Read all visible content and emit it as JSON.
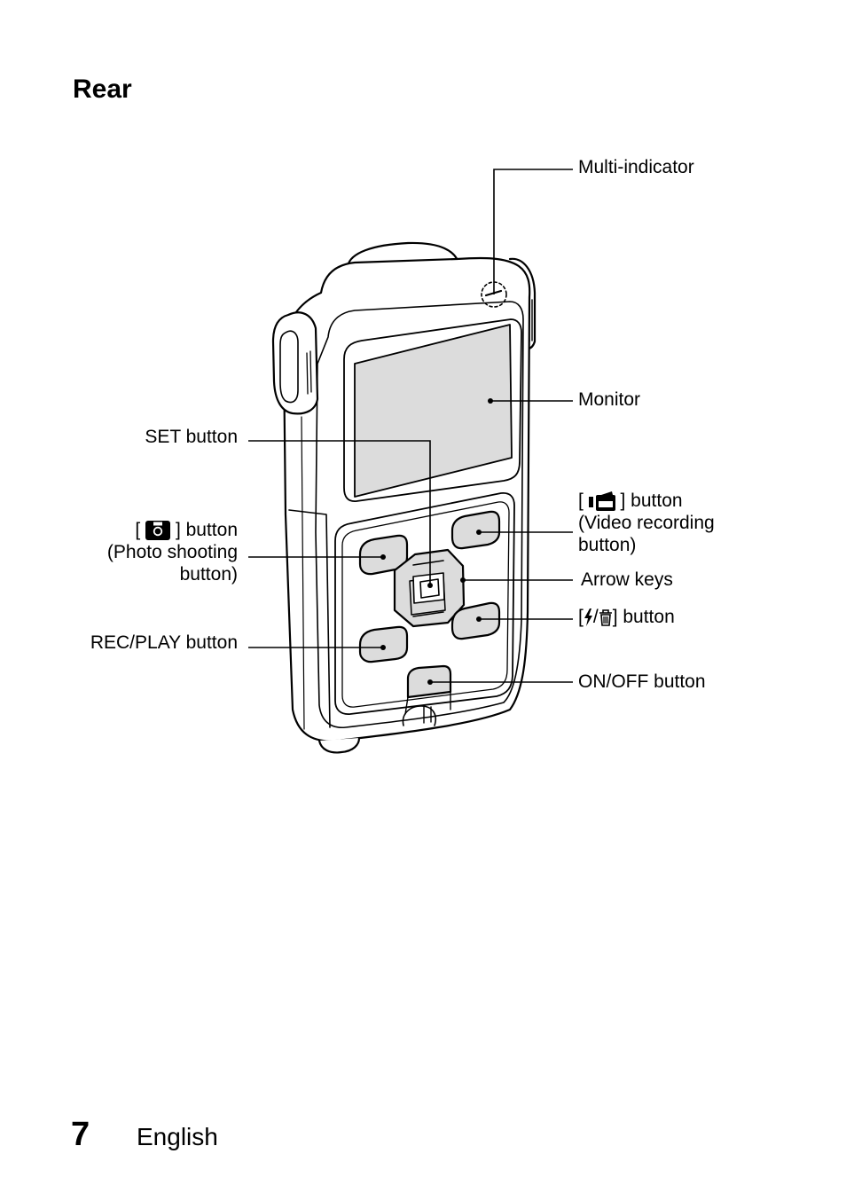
{
  "page": {
    "title": "Rear",
    "page_number": "7",
    "language": "English"
  },
  "labels": {
    "multi_indicator": "Multi-indicator",
    "monitor": "Monitor",
    "set_button": "SET button",
    "photo_button_suffix": "] button",
    "photo_button_line2": "(Photo shooting",
    "photo_button_line3": "button)",
    "video_button_suffix": "] button",
    "video_button_line2": "(Video recording",
    "video_button_line3": "button)",
    "arrow_keys": "Arrow keys",
    "flash_delete_suffix": "] button",
    "rec_play_button": "REC/PLAY button",
    "on_off_button": "ON/OFF button"
  },
  "icons": [
    "camera-icon",
    "video-camera-icon",
    "flash-icon",
    "trash-icon"
  ]
}
